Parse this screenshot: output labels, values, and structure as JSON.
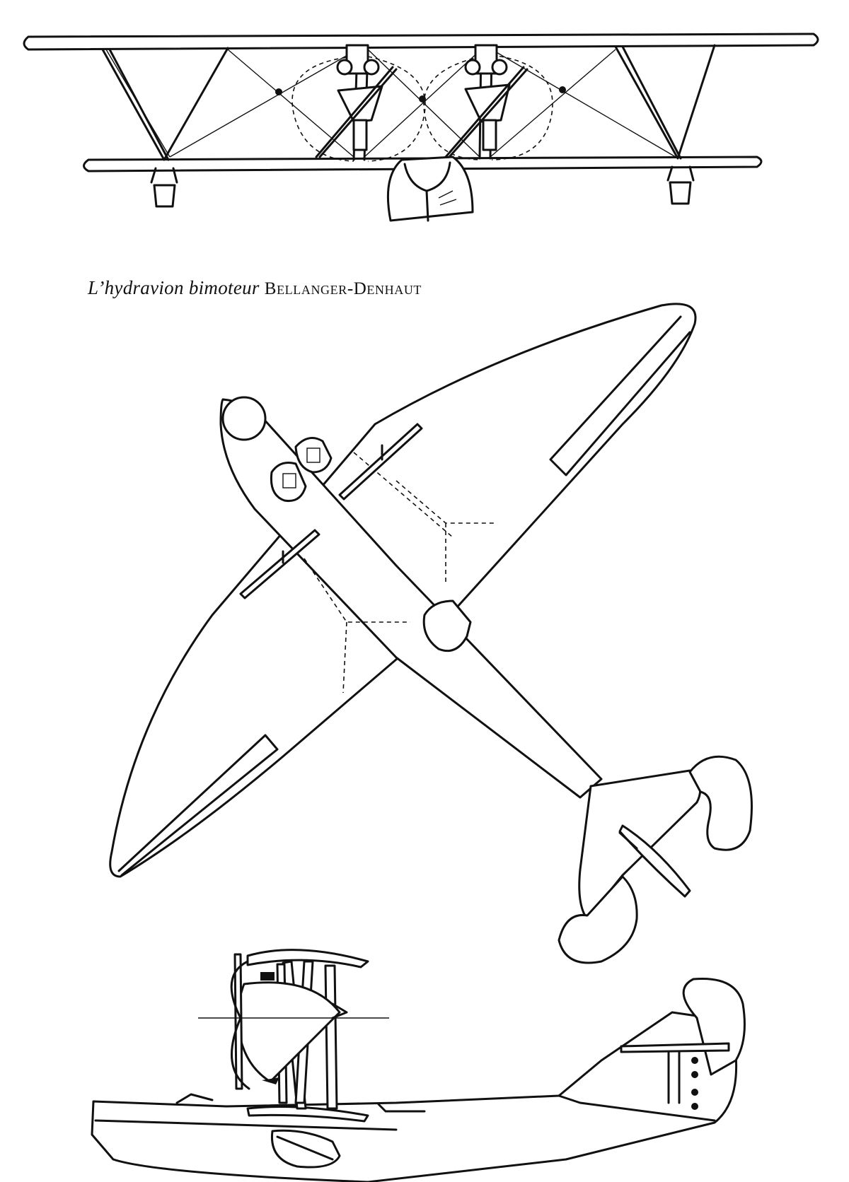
{
  "caption": {
    "prefix": "L’hydravion bimoteur",
    "name": "Bellanger-Denhaut"
  },
  "colors": {
    "ink": "#111111",
    "paper": "#ffffff"
  },
  "views": [
    "front-view",
    "top-view",
    "side-view"
  ]
}
